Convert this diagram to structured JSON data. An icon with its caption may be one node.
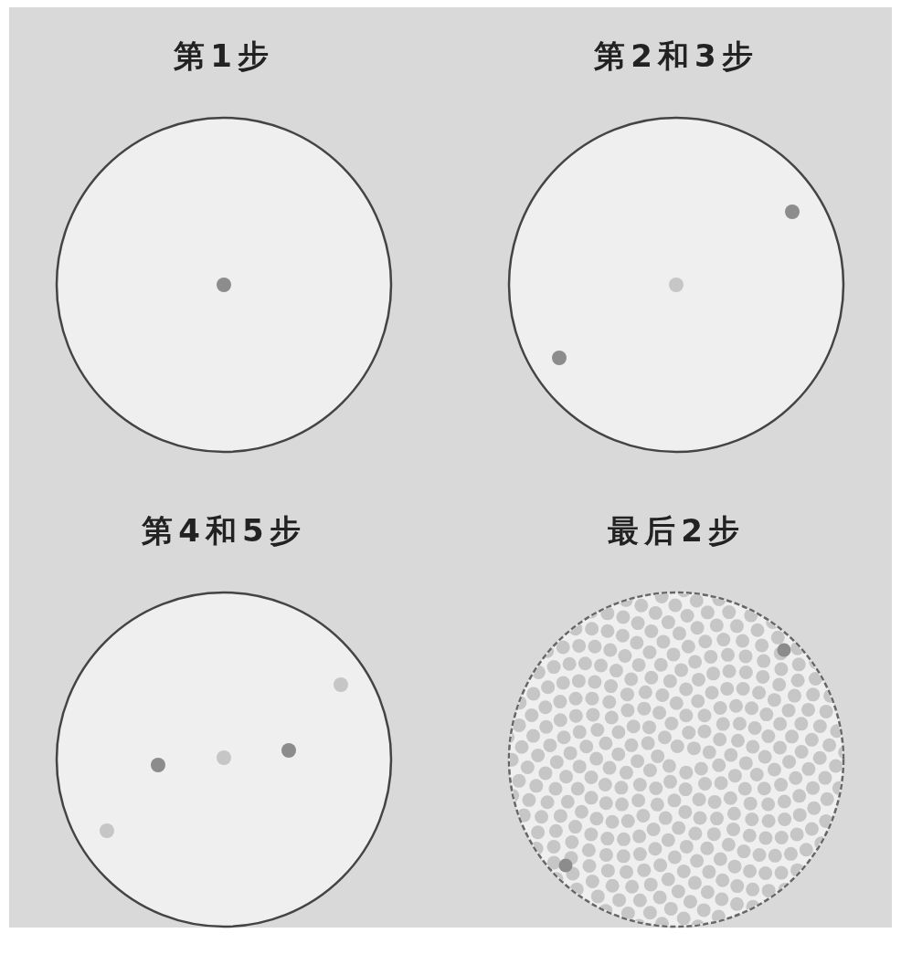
{
  "diagram": {
    "nodes": [
      {
        "text": [
          "第1步"
        ]
      },
      {
        "text": [
          "第2和3步"
        ]
      },
      {
        "text": [
          "第4和5步"
        ]
      },
      {
        "text": [
          "最后2步"
        ]
      }
    ]
  }
}
